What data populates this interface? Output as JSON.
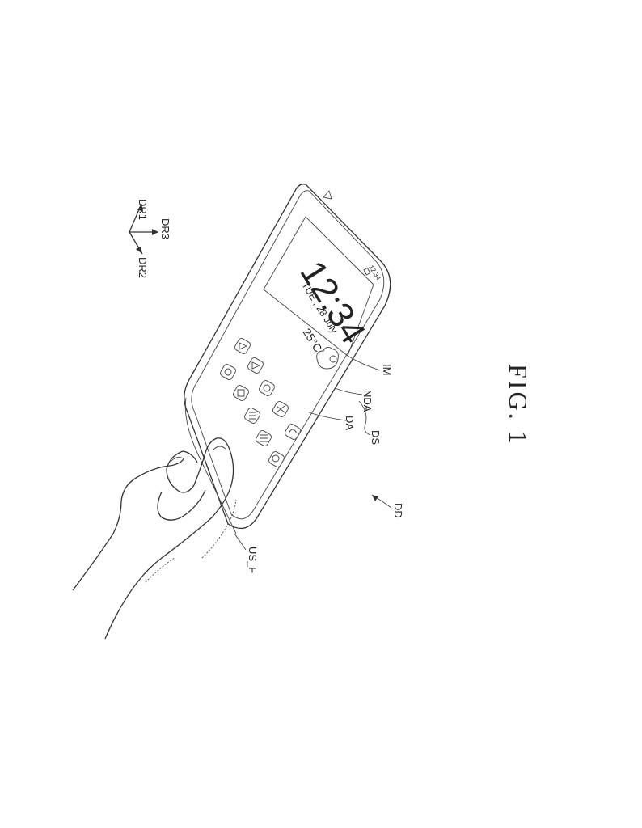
{
  "figure": {
    "caption": "FIG. 1"
  },
  "axes": {
    "dr1": "DR1",
    "dr2": "DR2",
    "dr3": "DR3"
  },
  "labels": {
    "im": "IM",
    "nda": "NDA",
    "da": "DA",
    "ds": "DS",
    "dd": "DD",
    "us_f": "US_F"
  },
  "screen": {
    "time": "12:34",
    "date": "TUE , 28 July",
    "temperature": "25°C",
    "status_time": "12:34"
  }
}
